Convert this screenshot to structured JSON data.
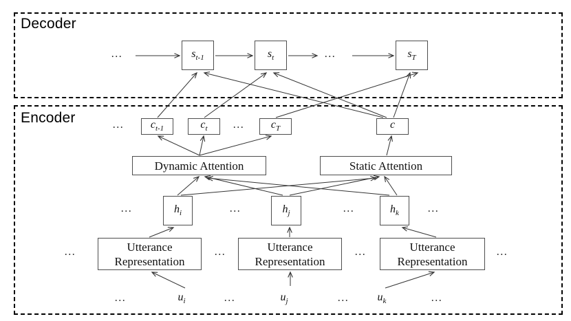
{
  "figure": {
    "regions": {
      "decoder": {
        "label": "Decoder"
      },
      "encoder": {
        "label": "Encoder"
      }
    },
    "ellipsis": "...",
    "nodes": {
      "s_prev": {
        "base": "s",
        "sub": "t-1"
      },
      "s_t": {
        "base": "s",
        "sub": "t"
      },
      "s_T": {
        "base": "s",
        "sub": "T"
      },
      "c_prev": {
        "base": "c",
        "sub": "t-1"
      },
      "c_t": {
        "base": "c",
        "sub": "t"
      },
      "c_T": {
        "base": "c",
        "sub": "T"
      },
      "c": {
        "base": "c",
        "sub": ""
      },
      "h_i": {
        "base": "h",
        "sub": "i"
      },
      "h_j": {
        "base": "h",
        "sub": "j"
      },
      "h_k": {
        "base": "h",
        "sub": "k"
      },
      "u_i": {
        "base": "u",
        "sub": "i"
      },
      "u_j": {
        "base": "u",
        "sub": "j"
      },
      "u_k": {
        "base": "u",
        "sub": "k"
      }
    },
    "blocks": {
      "dynamic_attention": "Dynamic Attention",
      "static_attention": "Static Attention",
      "utterance_representation": "Utterance Representation"
    }
  }
}
